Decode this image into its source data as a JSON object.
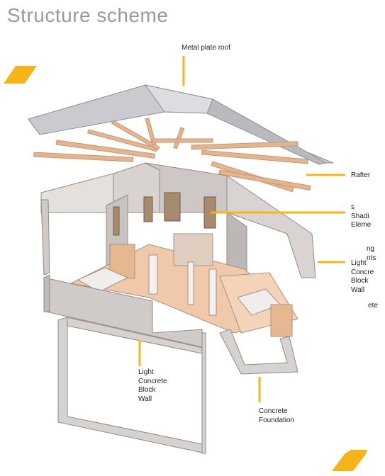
{
  "title": "Structure scheme",
  "colors": {
    "accent": "#f5b51a",
    "wall": "#cfcac8",
    "roof": "#c9cbcf",
    "rafter": "#e2b48f",
    "floor": "#efc9a9"
  },
  "labels": {
    "roof": "Metal plate roof",
    "rafter": "Rafter",
    "shading_partial": "s\nShadi\nEleme",
    "lighting_partial": "ng\nnts",
    "light_block_right": "Light\nConcre\nBlock\nWall",
    "concrete_partial": "ete",
    "light_block_left": "Light\nConcrete\nBlock\nWall",
    "foundation": "Concrete\nFoundation"
  }
}
